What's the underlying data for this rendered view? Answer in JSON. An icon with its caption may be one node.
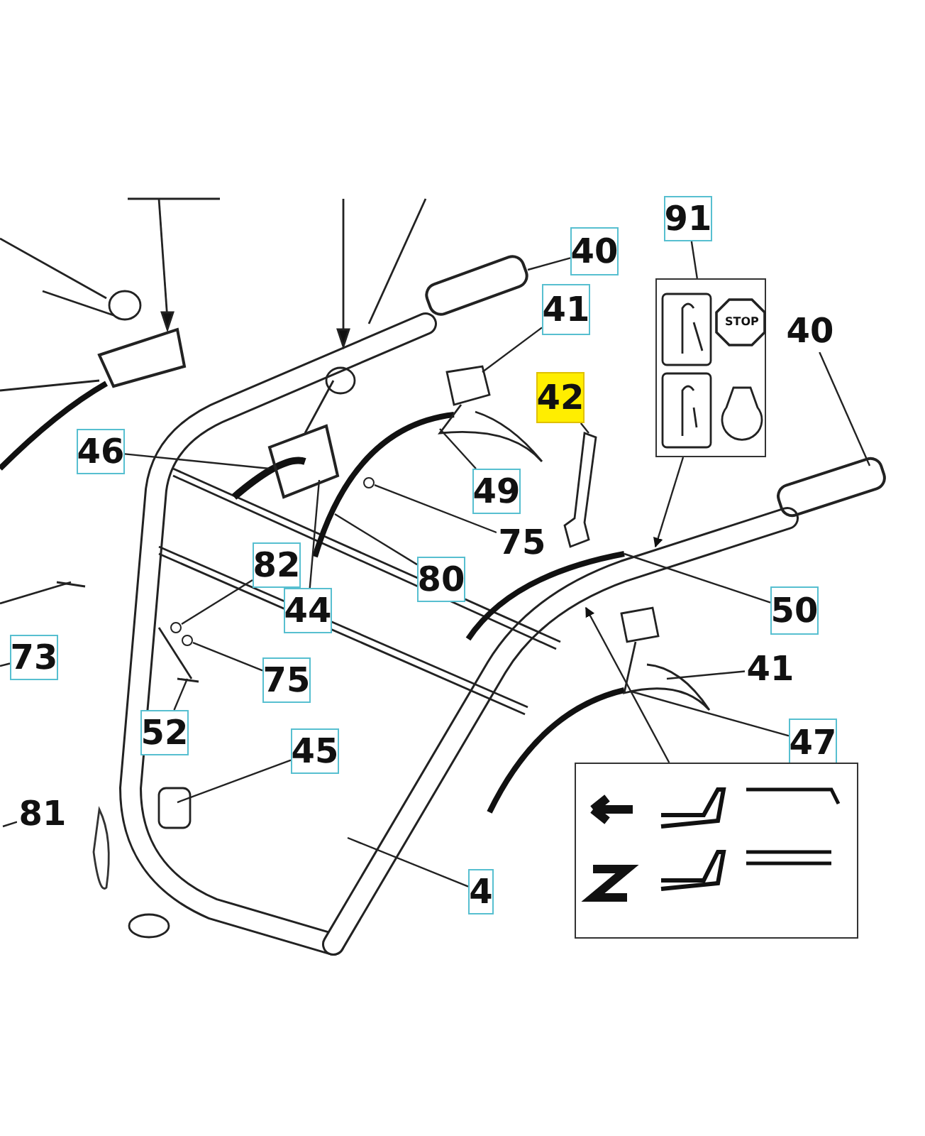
{
  "diagram": {
    "nodes": [
      {
        "text": [
          "46"
        ]
      },
      {
        "text": [
          "40"
        ]
      },
      {
        "text": [
          "91"
        ]
      },
      {
        "text": [],
        "shape": "picture"
      },
      {
        "text": [
          "41"
        ]
      },
      {
        "text": [
          "42"
        ]
      },
      {
        "text": [
          "40"
        ]
      },
      {
        "text": [
          "49"
        ]
      },
      {
        "text": [
          "75"
        ]
      },
      {
        "text": [
          "80"
        ]
      },
      {
        "text": [
          "82"
        ]
      },
      {
        "text": [
          "44"
        ]
      },
      {
        "text": [
          "50"
        ]
      },
      {
        "text": [
          "73"
        ]
      },
      {
        "text": [
          "75"
        ]
      },
      {
        "text": [
          "41"
        ]
      },
      {
        "text": [
          "52"
        ]
      },
      {
        "text": [
          "45"
        ]
      },
      {
        "text": [
          "47"
        ]
      },
      {
        "text": [
          "81"
        ]
      },
      {
        "text": [
          "4"
        ]
      },
      {
        "text": [],
        "shape": "picture"
      },
      {
        "text": [],
        "shape": "circle"
      },
      {
        "text": [],
        "shape": "circle"
      },
      {
        "text": [],
        "shape": "circle"
      }
    ],
    "edges": [
      {
        "from": 0,
        "to": null,
        "arrow": "none"
      },
      {
        "from": 1,
        "to": null,
        "arrow": "none"
      },
      {
        "from": 2,
        "to": 3,
        "arrow": "none"
      },
      {
        "from": 3,
        "to": null,
        "arrow": "to"
      },
      {
        "from": 4,
        "to": null,
        "arrow": "none"
      },
      {
        "from": 5,
        "to": null,
        "arrow": "none"
      },
      {
        "from": 6,
        "to": null,
        "arrow": "none"
      },
      {
        "from": 7,
        "to": null,
        "arrow": "none"
      },
      {
        "from": 8,
        "to": 22,
        "arrow": "none"
      },
      {
        "from": 9,
        "to": null,
        "arrow": "none"
      },
      {
        "from": 10,
        "to": 23,
        "arrow": "none"
      },
      {
        "from": 11,
        "to": null,
        "arrow": "none"
      },
      {
        "from": 12,
        "to": null,
        "arrow": "none"
      },
      {
        "from": 13,
        "to": null,
        "arrow": "none"
      },
      {
        "from": 14,
        "to": 24,
        "arrow": "none"
      },
      {
        "from": 15,
        "to": null,
        "arrow": "none"
      },
      {
        "from": 16,
        "to": null,
        "arrow": "none"
      },
      {
        "from": 17,
        "to": null,
        "arrow": "none"
      },
      {
        "from": 18,
        "to": null,
        "arrow": "none"
      },
      {
        "from": 19,
        "to": null,
        "arrow": "none"
      },
      {
        "from": 20,
        "to": null,
        "arrow": "none"
      },
      {
        "from": 21,
        "to": null,
        "arrow": "to"
      }
    ],
    "labels": [
      "STOP"
    ]
  }
}
